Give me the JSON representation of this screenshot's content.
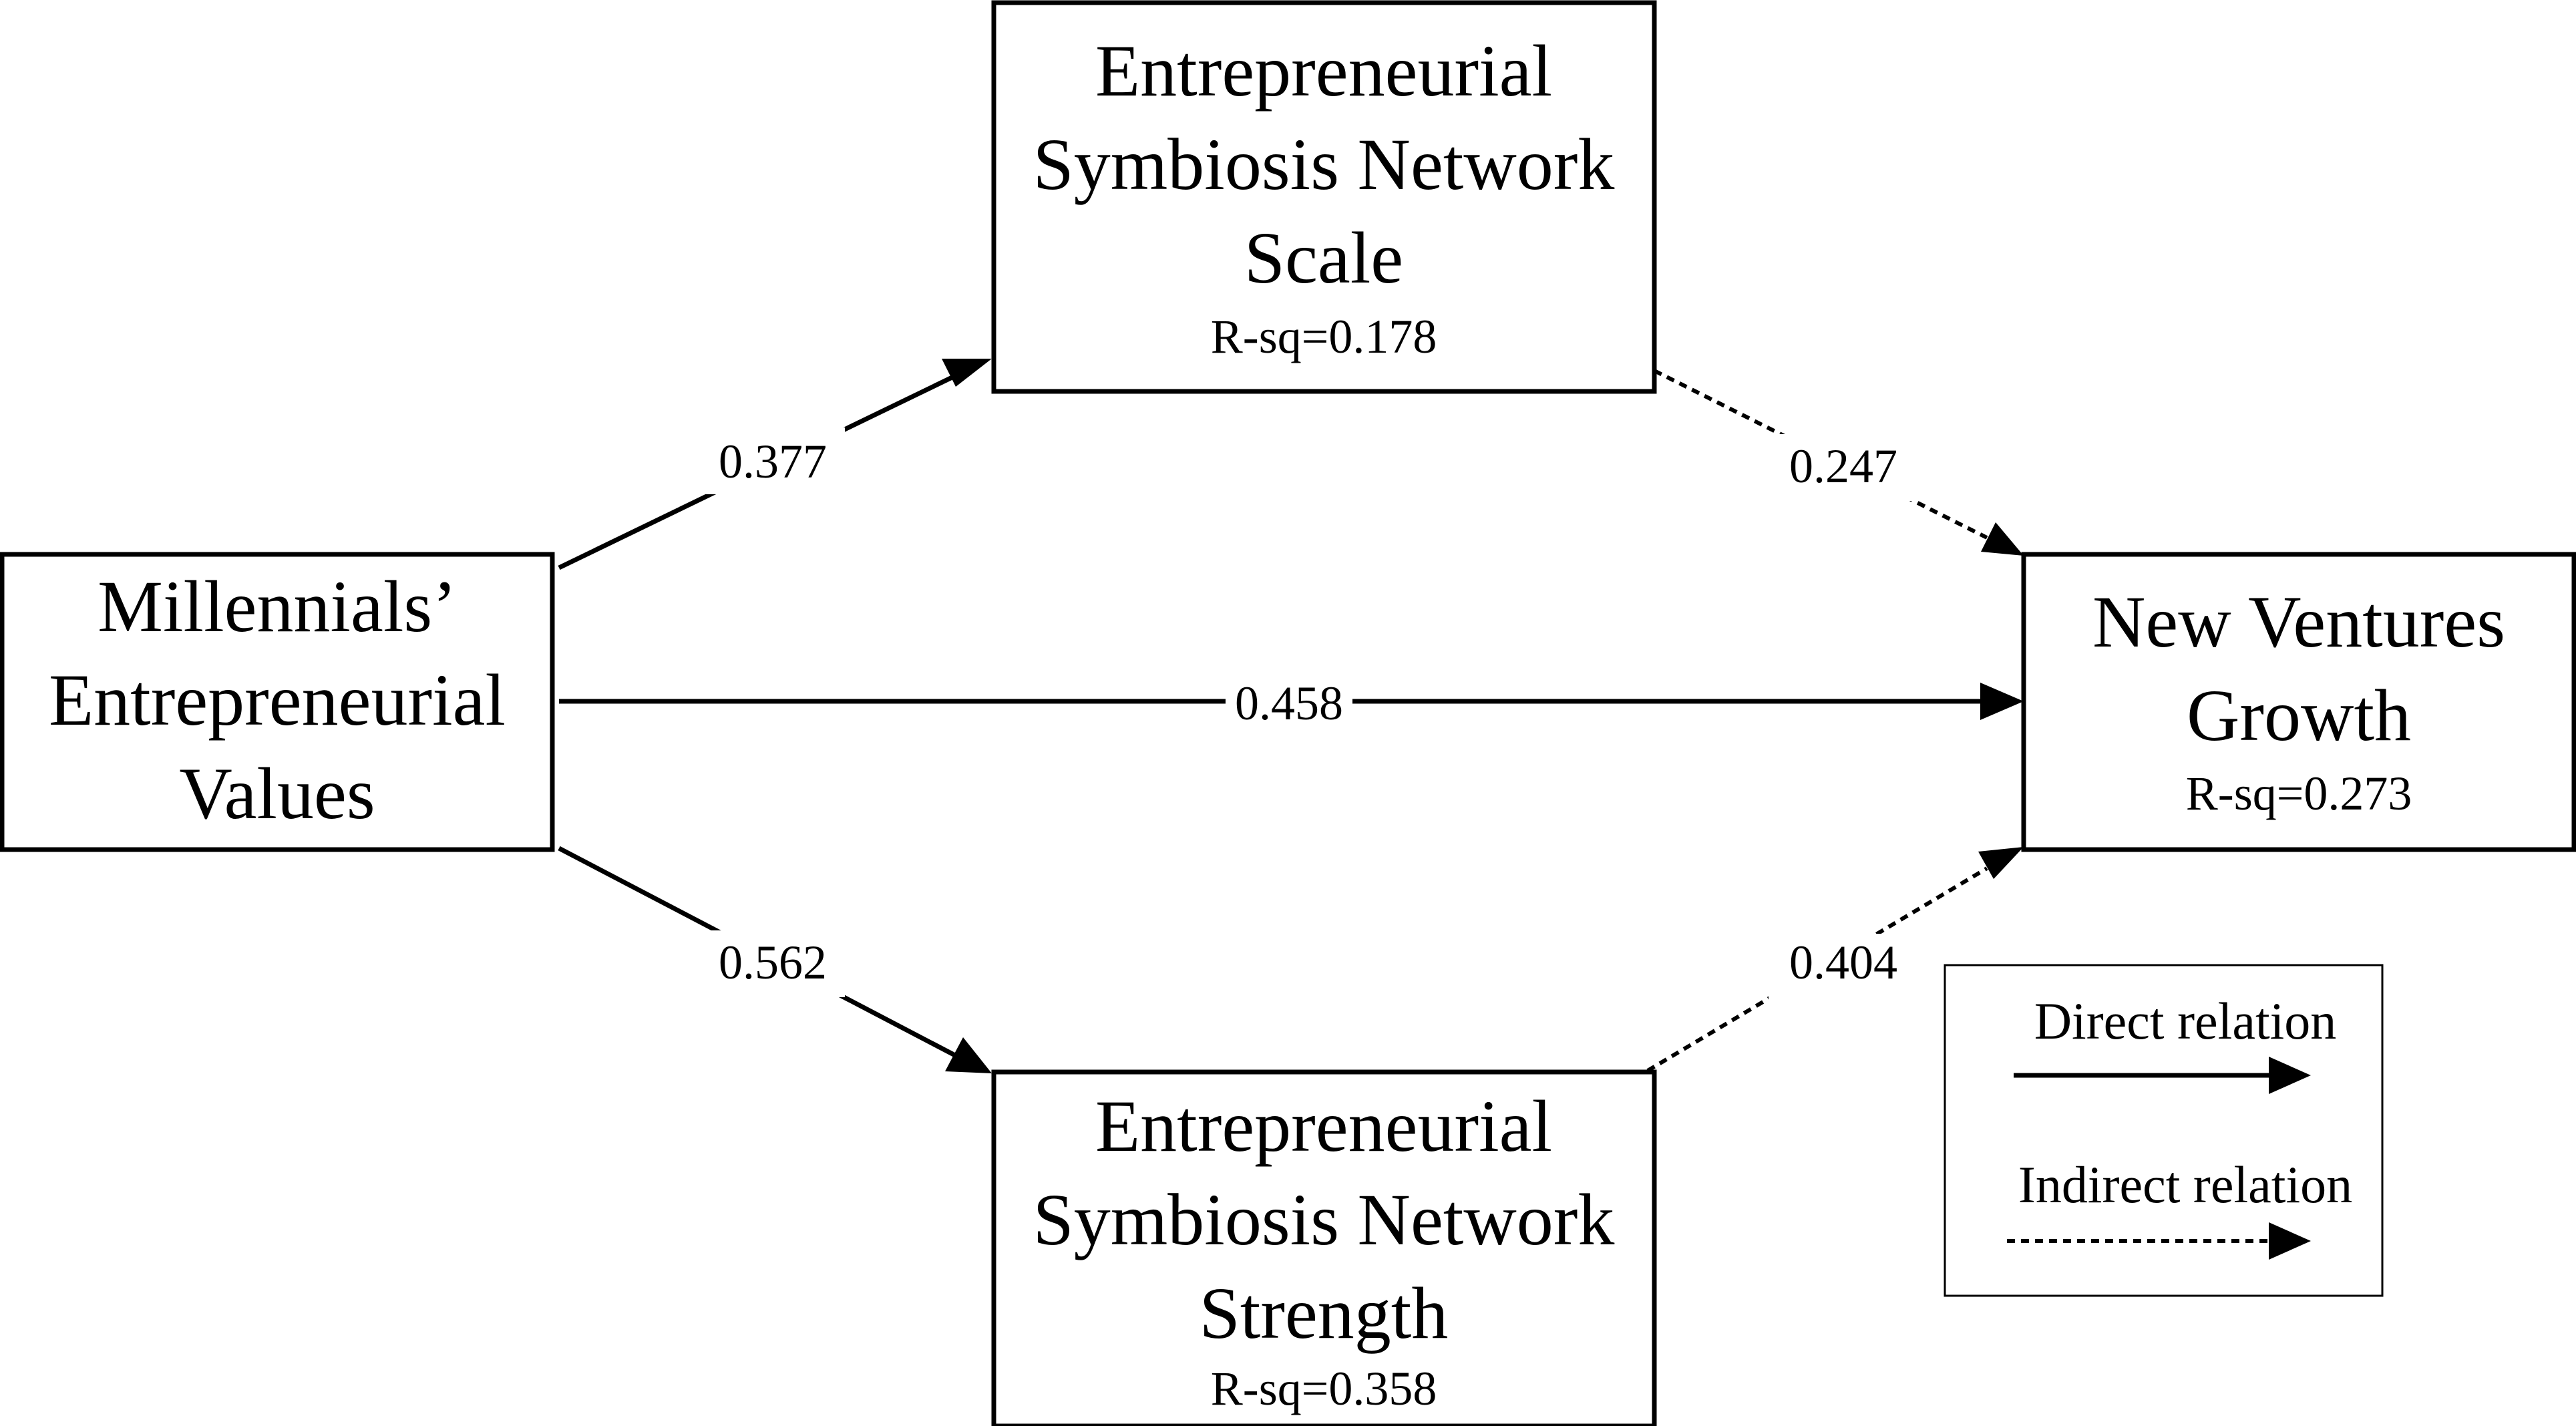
{
  "nodes": {
    "mev": {
      "lines": [
        "Millennials’",
        "Entrepreneurial",
        "Values"
      ]
    },
    "scale": {
      "lines": [
        "Entrepreneurial",
        "Symbiosis Network",
        "Scale"
      ],
      "rsq": "R-sq=0.178"
    },
    "strength": {
      "lines": [
        "Entrepreneurial",
        "Symbiosis Network",
        "Strength"
      ],
      "rsq": "R-sq=0.358"
    },
    "nvg": {
      "lines": [
        "New Ventures",
        "Growth"
      ],
      "rsq": "R-sq=0.273"
    }
  },
  "edges": {
    "mev_to_scale": {
      "label": "0.377",
      "type": "direct"
    },
    "mev_to_nvg": {
      "label": "0.458",
      "type": "direct"
    },
    "mev_to_strength": {
      "label": "0.562",
      "type": "direct"
    },
    "scale_to_nvg": {
      "label": "0.247",
      "type": "indirect"
    },
    "strength_to_nvg": {
      "label": "0.404",
      "type": "indirect"
    }
  },
  "legend": {
    "direct_label": "Direct relation",
    "indirect_label": "Indirect relation"
  },
  "colors": {
    "stroke": "#000000",
    "background": "#ffffff"
  }
}
